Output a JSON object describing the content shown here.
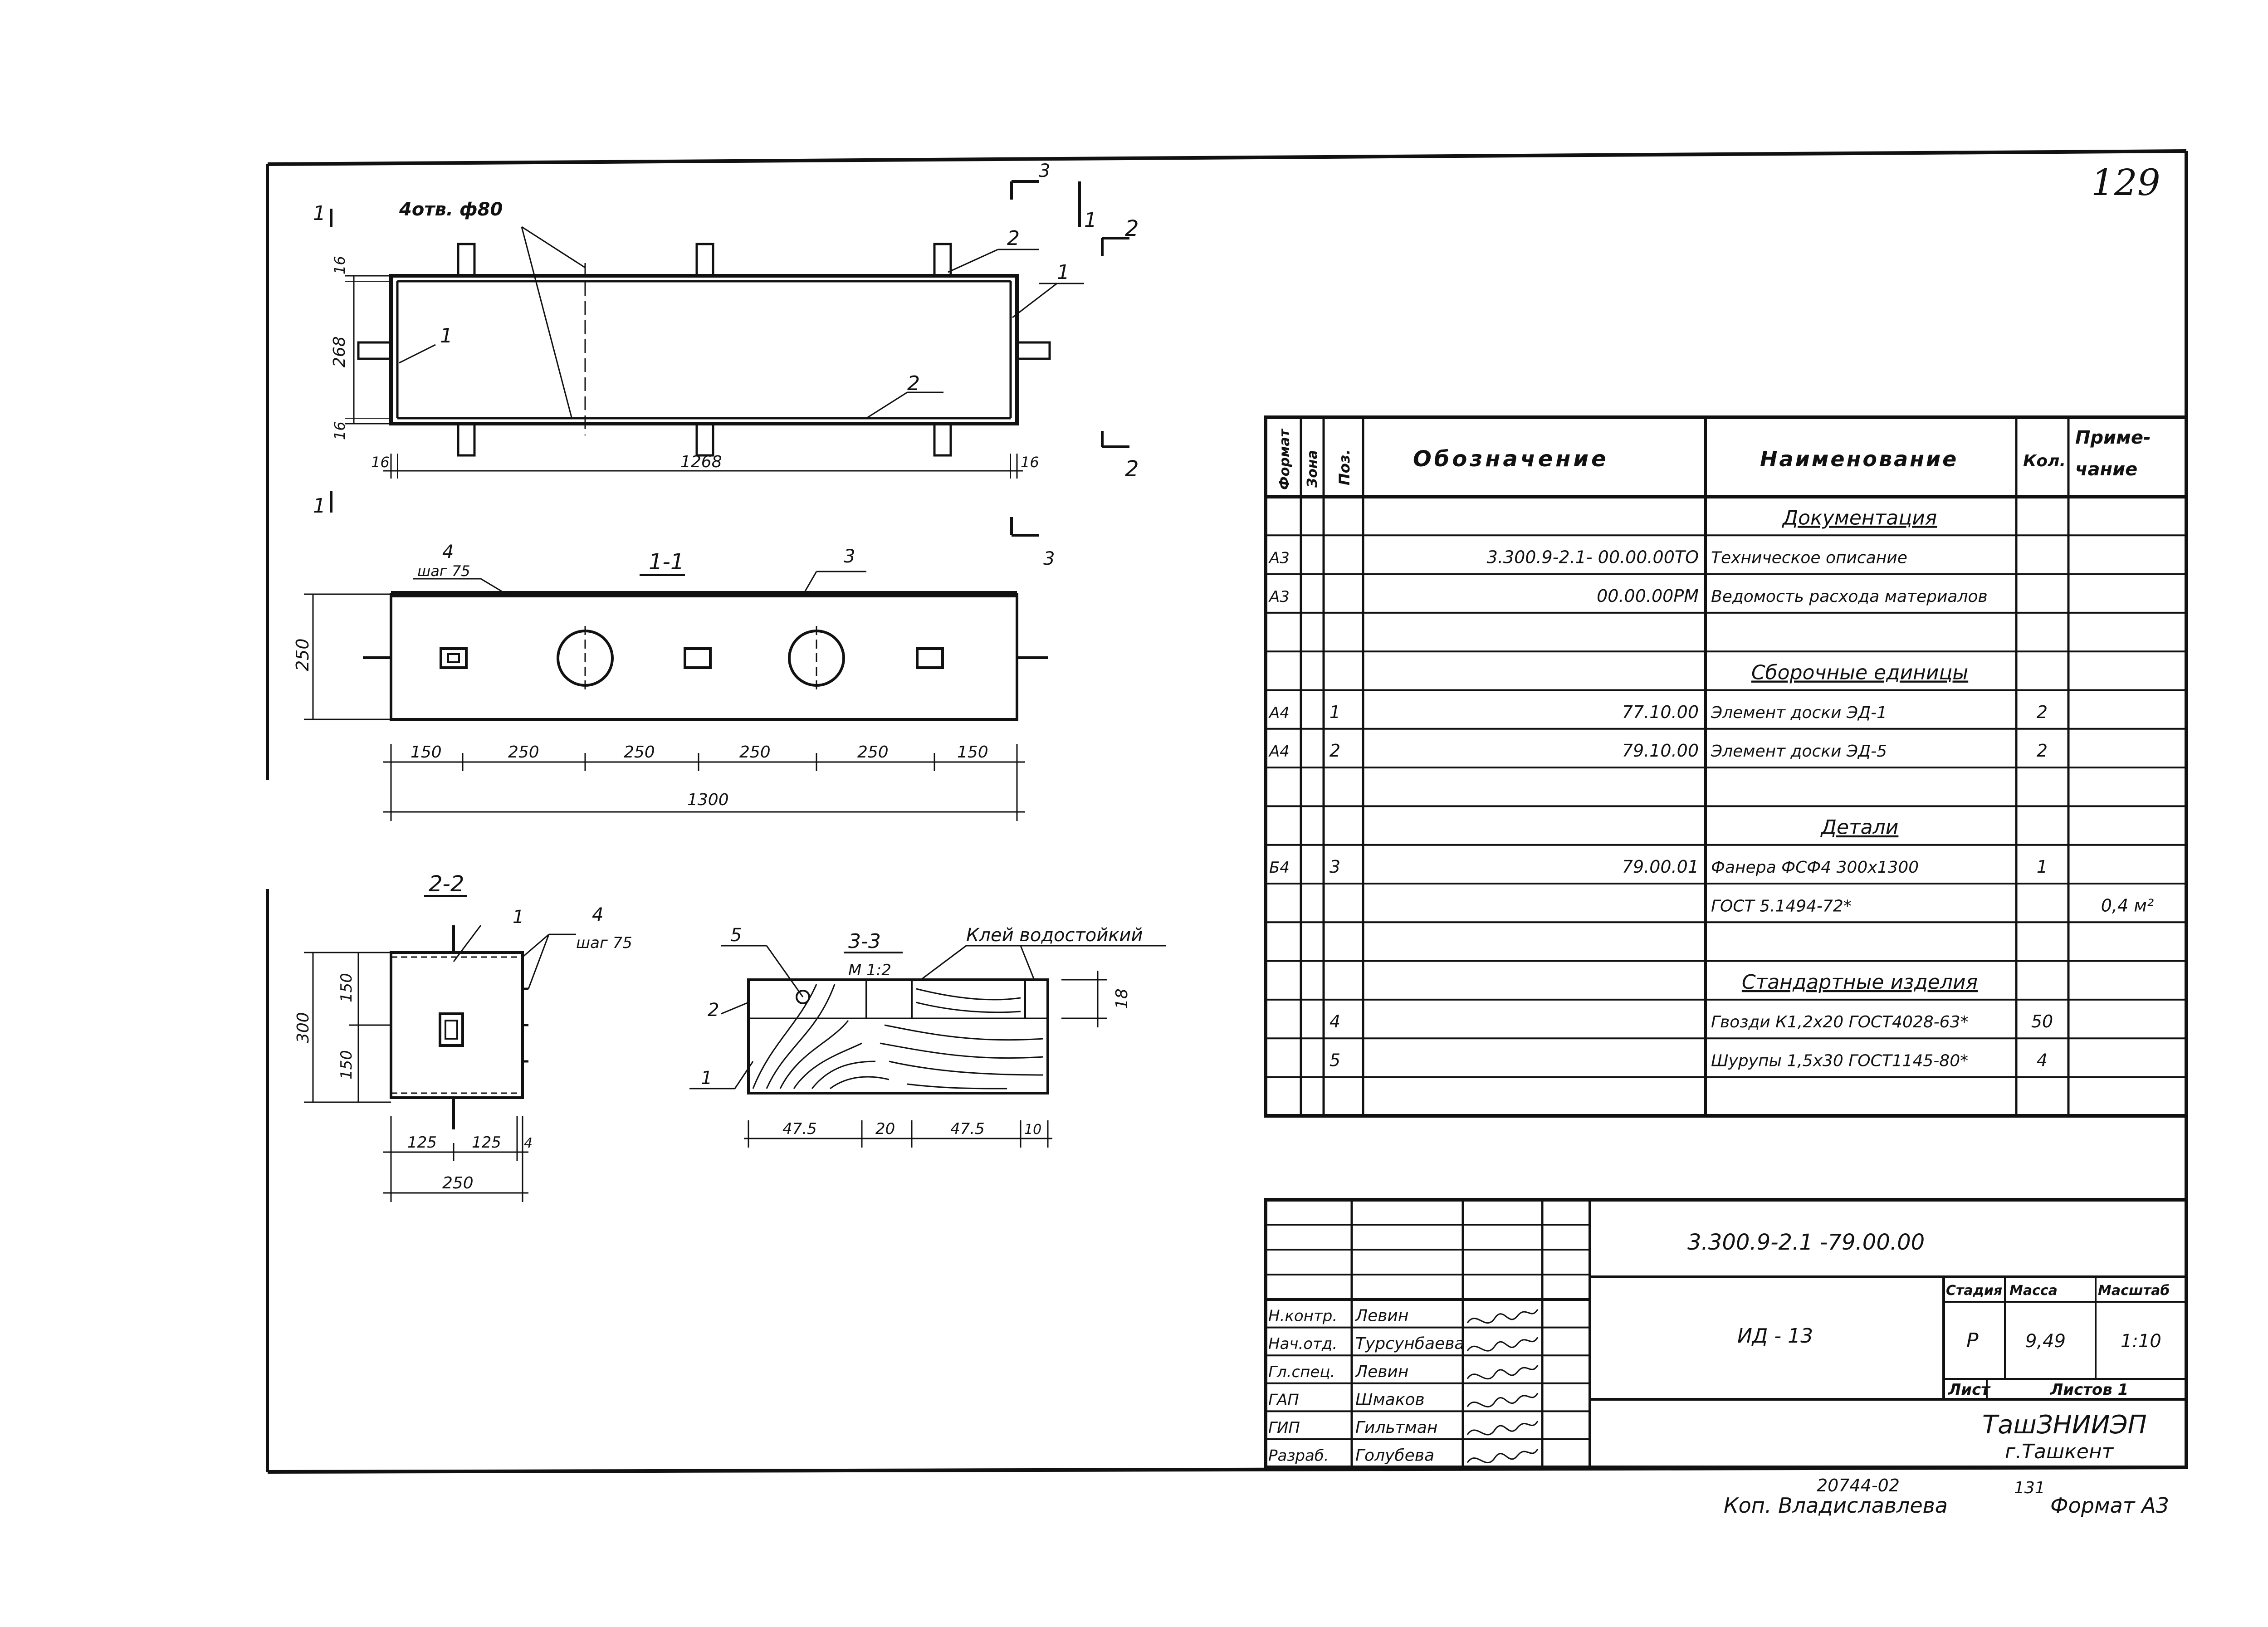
{
  "sheet_number": "129",
  "drawing": {
    "plan": {
      "holes_label": "4отв. ф80",
      "section_marks": [
        "1",
        "1",
        "2",
        "2",
        "3",
        "3"
      ],
      "callouts": [
        "1",
        "2",
        "2",
        "1",
        "1",
        "2"
      ],
      "dims": {
        "edge_top": "16",
        "height": "268",
        "edge_bottom": "16",
        "edge_left": "16",
        "length": "1268",
        "edge_right": "16"
      }
    },
    "section_1_1": {
      "title": "1-1",
      "nail_callout": "4",
      "nail_pitch": "шаг 75",
      "callout_3": "3",
      "dim_height": "250",
      "dims": [
        "150",
        "250",
        "250",
        "250",
        "250",
        "150"
      ],
      "total": "1300"
    },
    "section_2_2": {
      "title": "2-2",
      "callout_1": "1",
      "callout_4": "4",
      "nail_pitch": "шаг 75",
      "dim_total_h": "300",
      "dim_h1": "150",
      "dim_h2": "150",
      "dims_bottom": [
        "125",
        "125",
        "4"
      ],
      "total": "250"
    },
    "section_3_3": {
      "title": "3-3",
      "scale": "М 1:2",
      "glue_label": "Клей водостойкий",
      "callout_5": "5",
      "callout_2": "2",
      "callout_1": "1",
      "dim_side": "18",
      "dims": [
        "47.5",
        "20",
        "47.5",
        "10"
      ]
    }
  },
  "spec_table": {
    "headers": [
      "Формат",
      "Зона",
      "Поз.",
      "Обозначение",
      "Наименование",
      "Кол.",
      "Приме-чание"
    ],
    "rows": [
      {
        "fmt": "",
        "zone": "",
        "pos": "",
        "code": "",
        "name": "Документация",
        "section": true,
        "qty": "",
        "note": ""
      },
      {
        "fmt": "А3",
        "zone": "",
        "pos": "",
        "code": "3.300.9-2.1- 00.00.00ТО",
        "name": "Техническое описание",
        "qty": "",
        "note": ""
      },
      {
        "fmt": "А3",
        "zone": "",
        "pos": "",
        "code": "00.00.00РМ",
        "name": "Ведомость расхода материалов",
        "qty": "",
        "note": ""
      },
      {
        "fmt": "",
        "zone": "",
        "pos": "",
        "code": "",
        "name": "",
        "qty": "",
        "note": ""
      },
      {
        "fmt": "",
        "zone": "",
        "pos": "",
        "code": "",
        "name": "Сборочные единицы",
        "section": true,
        "qty": "",
        "note": ""
      },
      {
        "fmt": "А4",
        "zone": "",
        "pos": "1",
        "code": "77.10.00",
        "name": "Элемент доски ЭД-1",
        "qty": "2",
        "note": ""
      },
      {
        "fmt": "А4",
        "zone": "",
        "pos": "2",
        "code": "79.10.00",
        "name": "Элемент доски ЭД-5",
        "qty": "2",
        "note": ""
      },
      {
        "fmt": "",
        "zone": "",
        "pos": "",
        "code": "",
        "name": "",
        "qty": "",
        "note": ""
      },
      {
        "fmt": "",
        "zone": "",
        "pos": "",
        "code": "",
        "name": "Детали",
        "section": true,
        "qty": "",
        "note": ""
      },
      {
        "fmt": "Б4",
        "zone": "",
        "pos": "3",
        "code": "79.00.01",
        "name": "Фанера ФСФ4 300х1300",
        "qty": "1",
        "note": ""
      },
      {
        "fmt": "",
        "zone": "",
        "pos": "",
        "code": "",
        "name": "ГОСТ 5.1494-72*",
        "qty": "",
        "note": "0,4 м²"
      },
      {
        "fmt": "",
        "zone": "",
        "pos": "",
        "code": "",
        "name": "",
        "qty": "",
        "note": ""
      },
      {
        "fmt": "",
        "zone": "",
        "pos": "",
        "code": "",
        "name": "Стандартные изделия",
        "section": true,
        "qty": "",
        "note": ""
      },
      {
        "fmt": "",
        "zone": "",
        "pos": "4",
        "code": "",
        "name": "Гвозди К1,2х20 ГОСТ4028-63*",
        "qty": "50",
        "note": ""
      },
      {
        "fmt": "",
        "zone": "",
        "pos": "5",
        "code": "",
        "name": "Шурупы 1,5х30 ГОСТ1145-80*",
        "qty": "4",
        "note": ""
      },
      {
        "fmt": "",
        "zone": "",
        "pos": "",
        "code": "",
        "name": "",
        "qty": "",
        "note": ""
      }
    ]
  },
  "title_block": {
    "doc_code": "3.300.9-2.1 -79.00.00",
    "product": "ИД - 13",
    "stage_label": "Стадия",
    "mass_label": "Масса",
    "scale_label": "Масштаб",
    "stage": "Р",
    "mass": "9,49",
    "scale": "1:10",
    "sheet_label": "Лист",
    "sheets_label": "Листов 1",
    "org": "ТашЗНИИЭП",
    "city": "г.Ташкент",
    "signers": [
      {
        "role": "Н.контр.",
        "name": "Левин"
      },
      {
        "role": "Нач.отд.",
        "name": "Турсунбаева"
      },
      {
        "role": "Гл.спец.",
        "name": "Левин"
      },
      {
        "role": "ГАП",
        "name": "Шмаков"
      },
      {
        "role": "ГИП",
        "name": "Гильтман"
      },
      {
        "role": "Разраб.",
        "name": "Голубева"
      }
    ]
  },
  "footer": {
    "inventory": "20744-02",
    "page_ref": "131",
    "copied_by": "Коп. Владиславлева",
    "format": "Формат А3"
  }
}
